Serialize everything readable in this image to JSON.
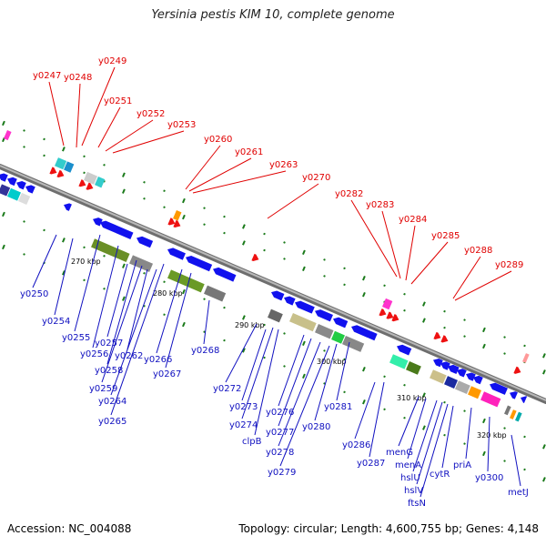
{
  "title": "Yersinia pestis KIM 10, complete genome",
  "footer": {
    "accession": "Accession: NC_004088",
    "topology": "Topology: circular; Length: 4,600,755 bp; Genes: 4,148"
  },
  "colors": {
    "top_labels": "#e00000",
    "bottom_labels": "#1010c0",
    "genome_line": "#909090",
    "forward_arrows": "#ee1111",
    "reverse_arrows": "#1111ee",
    "ticks": "#1a7a1a"
  },
  "scale_ticks": [
    "270 kbp",
    "280 kbp",
    "290 kbp",
    "300 kbp",
    "310 kbp",
    "320 kbp"
  ],
  "top_genes": [
    "y0247",
    "y0248",
    "y0249",
    "y0251",
    "y0252",
    "y0253",
    "y0260",
    "y0261",
    "y0263",
    "y0270",
    "y0282",
    "y0283",
    "y0284",
    "y0285",
    "y0288",
    "y0289"
  ],
  "bottom_genes": [
    "y0250",
    "y0254",
    "y0255",
    "y0256",
    "y0257",
    "y0258",
    "y0259",
    "y0262",
    "y0264",
    "y0265",
    "y0266",
    "y0267",
    "y0268",
    "y0272",
    "y0273",
    "y0274",
    "clpB",
    "y0276",
    "y0277",
    "y0278",
    "y0279",
    "y0280",
    "y0281",
    "y0286",
    "y0287",
    "menG",
    "menA",
    "hslU",
    "hslV",
    "ftsN",
    "cytR",
    "priA",
    "y0300",
    "metJ"
  ]
}
